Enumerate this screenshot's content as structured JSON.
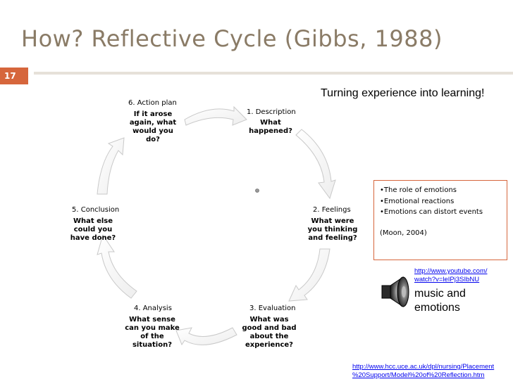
{
  "slide": {
    "title": "How? Reflective Cycle (Gibbs, 1988)",
    "number": "17",
    "tagline": "Turning experience into learning!"
  },
  "cycle": {
    "stages": [
      {
        "label": "1. Description",
        "question_lines": [
          "What",
          "happened?"
        ]
      },
      {
        "label": "2. Feelings",
        "question_lines": [
          "What were",
          "you thinking",
          "and feeling?"
        ]
      },
      {
        "label": "3. Evaluation",
        "question_lines": [
          "What was",
          "good and bad",
          "about the",
          "experience?"
        ]
      },
      {
        "label": "4. Analysis",
        "question_lines": [
          "What sense",
          "can you make",
          "of the",
          "situation?"
        ]
      },
      {
        "label": "5. Conclusion",
        "question_lines": [
          "What else",
          "could you",
          "have done?"
        ]
      },
      {
        "label": "6. Action plan",
        "question_lines": [
          "If it arose",
          "again, what",
          "would you",
          "do?"
        ]
      }
    ]
  },
  "callout": {
    "bullets": [
      "•The role of emotions",
      "•Emotional reactions",
      "•Emotions can distort events"
    ],
    "citation": "(Moon, 2004)"
  },
  "links": {
    "youtube_line1": "http://www.youtube.com/",
    "youtube_line2": "watch?v=leIPj3SIbNU",
    "music_line1": "music and",
    "music_line2": "emotions",
    "source_line1": "http://www.hcc.uce.ac.uk/dpl/nursing/Placement",
    "source_line2": "%20Support/Model%20of%20Reflection.htm"
  },
  "icons": {
    "speaker": "speaker-icon"
  },
  "colors": {
    "title": "#8a7b66",
    "accent": "#d6663c",
    "arrow_fill": "#ffffff",
    "arrow_stroke": "#c9c9c9"
  }
}
